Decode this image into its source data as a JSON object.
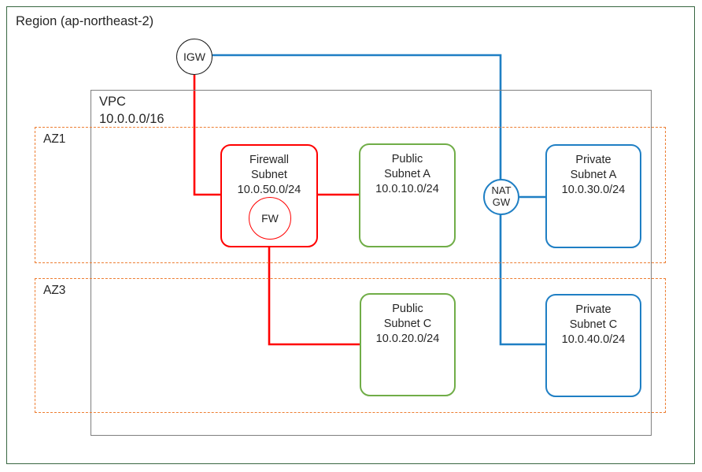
{
  "diagram": {
    "type": "aws-network-architecture",
    "colors": {
      "region_border": "#386641",
      "vpc_border": "#7f7f7f",
      "az_border": "#ED7D31",
      "firewall": "#FF0000",
      "public_subnet": "#70AD47",
      "private_subnet": "#1F7FC4",
      "igw_border": "#1a1a1a",
      "text": "#262626"
    },
    "region": {
      "label": "Region (ap-northeast-2)"
    },
    "vpc": {
      "label": "VPC\n10.0.0.0/16",
      "name": "VPC",
      "cidr": "10.0.0.0/16"
    },
    "availability_zones": [
      {
        "label": "AZ1"
      },
      {
        "label": "AZ3"
      }
    ],
    "gateways": [
      {
        "id": "igw",
        "label": "IGW",
        "shape": "circle"
      },
      {
        "id": "nat",
        "label": "NAT\nGW",
        "shape": "circle"
      },
      {
        "id": "fw",
        "label": "FW",
        "shape": "circle"
      }
    ],
    "subnets": [
      {
        "id": "firewall",
        "label": "Firewall\nSubnet\n10.0.50.0/24",
        "name": "Firewall Subnet",
        "cidr": "10.0.50.0/24",
        "az": "AZ1",
        "kind": "firewall"
      },
      {
        "id": "public-a",
        "label": "Public\nSubnet A\n10.0.10.0/24",
        "name": "Public Subnet A",
        "cidr": "10.0.10.0/24",
        "az": "AZ1",
        "kind": "public"
      },
      {
        "id": "private-a",
        "label": "Private\nSubnet A\n10.0.30.0/24",
        "name": "Private Subnet A",
        "cidr": "10.0.30.0/24",
        "az": "AZ1",
        "kind": "private"
      },
      {
        "id": "public-c",
        "label": "Public\nSubnet C\n10.0.20.0/24",
        "name": "Public Subnet C",
        "cidr": "10.0.20.0/24",
        "az": "AZ3",
        "kind": "public"
      },
      {
        "id": "private-c",
        "label": "Private\nSubnet C\n10.0.40.0/24",
        "name": "Private Subnet C",
        "cidr": "10.0.40.0/24",
        "az": "AZ3",
        "kind": "private"
      }
    ],
    "connections": [
      {
        "from": "igw",
        "to": "nat",
        "color": "#1F7FC4"
      },
      {
        "from": "igw",
        "to": "firewall",
        "color": "#FF0000"
      },
      {
        "from": "firewall",
        "to": "public-a",
        "color": "#FF0000"
      },
      {
        "from": "firewall",
        "to": "public-c",
        "color": "#FF0000"
      },
      {
        "from": "nat",
        "to": "private-a",
        "color": "#1F7FC4"
      },
      {
        "from": "nat",
        "to": "private-c",
        "color": "#1F7FC4"
      }
    ]
  }
}
